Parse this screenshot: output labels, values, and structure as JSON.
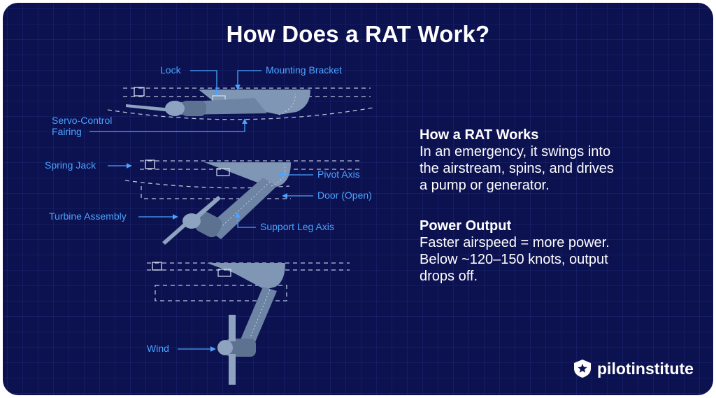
{
  "title": "How Does a RAT Work?",
  "labels": {
    "lock": "Lock",
    "mounting_bracket": "Mounting Bracket",
    "servo_control_fairing_line1": "Servo-Control",
    "servo_control_fairing_line2": "Fairing",
    "spring_jack": "Spring Jack",
    "pivot_axis": "Pivot Axis",
    "door_open": "Door (Open)",
    "turbine_assembly": "Turbine Assembly",
    "support_leg_axis": "Support Leg Axis",
    "wind": "Wind"
  },
  "info": [
    {
      "heading": "How a RAT Works",
      "lines": [
        "In an emergency, it swings into",
        "the airstream, spins, and drives",
        "a pump or generator."
      ]
    },
    {
      "heading": "Power Output",
      "lines": [
        "Faster airspeed = more power.",
        "Below ~120–150 knots, output",
        "drops off."
      ]
    }
  ],
  "logo": {
    "text": "pilotinstitute",
    "icon": "star-shield-icon"
  },
  "colors": {
    "background": "#0c1150",
    "accent": "#4aa3ff",
    "part": "#7f96b5",
    "part_dark": "#5d7290",
    "text": "#ffffff"
  }
}
